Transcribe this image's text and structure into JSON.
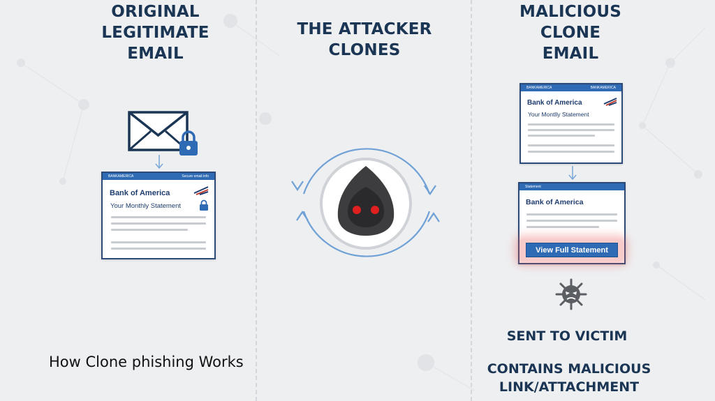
{
  "left_column": {
    "heading_lines": [
      "ORIGINAL",
      "LEGITIMATE",
      "EMAIL"
    ],
    "card": {
      "bar_left": "BANKAMERICA",
      "bar_right": "Secure email info",
      "bank_name": "Bank of America",
      "subject": "Your Monthly Statement"
    }
  },
  "center_column": {
    "heading_lines": [
      "THE ATTACKER",
      "CLONES"
    ]
  },
  "right_column": {
    "heading_lines": [
      "MALICIOUS",
      "CLONE",
      "EMAIL"
    ],
    "card_top": {
      "bar_left": "BANKAMERICA",
      "bar_right": "BANKAMERICA",
      "bank_name": "Bank of America",
      "subject": "Your Montlly Statement"
    },
    "card_bottom": {
      "bar_left": "Statement",
      "bank_name": "Bank of America",
      "button_label": "View Full Statement"
    },
    "sent_label": "SENT TO VICTIM",
    "contains_lines": [
      "CONTAINS MALICIOUS",
      "LINK/ATTACHMENT"
    ]
  },
  "caption": "How Clone phishing Works",
  "colors": {
    "navy": "#1b3554",
    "accent_blue": "#2f6bb4",
    "hacker_eyes": "#e02020",
    "warning_glow": "#e64646"
  },
  "icons": [
    "envelope-icon",
    "padlock-icon",
    "hacker-hood-icon",
    "virus-icon",
    "bank-logo-icon"
  ]
}
